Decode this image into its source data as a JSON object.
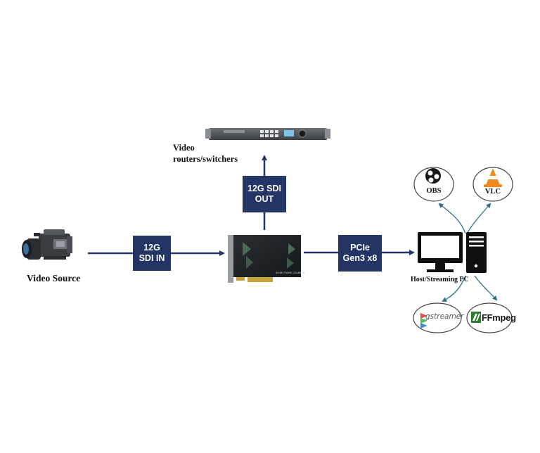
{
  "nodes": {
    "video_source": "Video Source",
    "routers_line1": "Video",
    "routers_line2": "routers/switchers",
    "host_pc": "Host/Streaming PC",
    "card_print": "4K/8K FRAME GRABBER"
  },
  "links": {
    "sdi_in_line1": "12G",
    "sdi_in_line2": "SDI IN",
    "sdi_out_line1": "12G SDI",
    "sdi_out_line2": "OUT",
    "pcie_line1": "PCIe",
    "pcie_line2": "Gen3 x8"
  },
  "software": {
    "obs": "OBS",
    "vlc": "VLC",
    "gstreamer": "gstreamer",
    "ffmpeg": "FFmpeg"
  },
  "icons": {
    "camera": "video-camera-icon",
    "router": "rack-router-icon",
    "card": "pcie-capture-card-icon",
    "monitor": "monitor-icon",
    "tower": "pc-tower-icon",
    "obs": "obs-logo-icon",
    "vlc": "vlc-cone-icon",
    "gstreamer": "gstreamer-logo-icon",
    "ffmpeg": "ffmpeg-logo-icon"
  },
  "colors": {
    "box": "#243464",
    "arrow": "#243464",
    "branch": "#2f6f8a"
  }
}
